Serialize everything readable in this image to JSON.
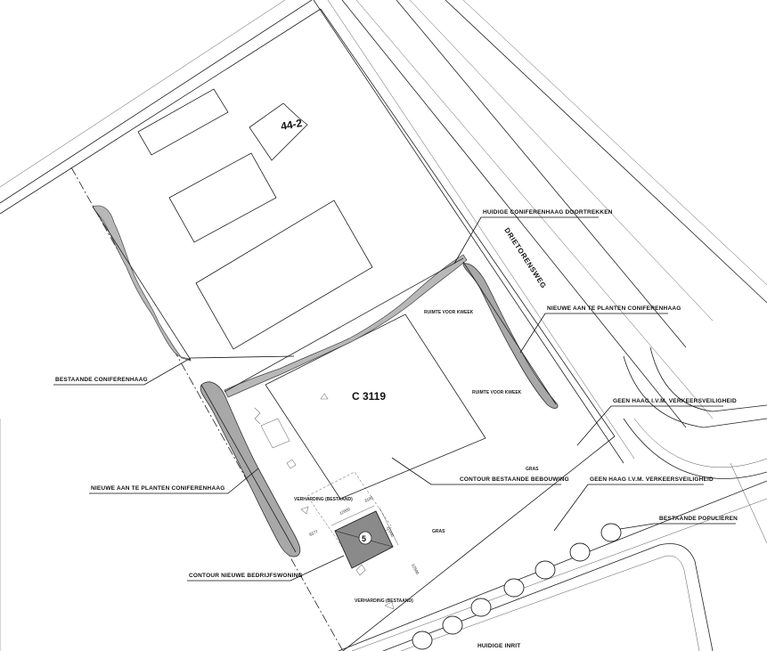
{
  "labels": {
    "parcel_44": "44-2",
    "building_c": "C 3119",
    "house_nr": "5",
    "road": "DRIETORENSWEG",
    "hedge_extend": "HUIDIGE CONIFERENHAAG DOORTREKKEN",
    "hedge_new_right": "NIEUWE AAN TE PLANTEN CONIFERENHAAG",
    "no_hedge_1": "GEEN HAAG I.V.M. VERKEERSVEILIGHEID",
    "no_hedge_2": "GEEN HAAG I.V.M. VERKEERSVEILIGHEID",
    "poplars": "BESTAANDE POPULIEREN",
    "hedge_existing": "BESTAANDE CONIFERENHAAG",
    "hedge_new_left": "NIEUWE AAN TE PLANTEN CONIFERENHAAG",
    "contour_existing": "CONTOUR BESTAANDE BEBOUWING",
    "contour_new": "CONTOUR NIEUWE BEDRIJFSWONING",
    "entrance": "HUIDIGE INRIT",
    "space_1": "RUIMTE VOOR KWEEK",
    "space_2": "RUIMTE VOOR KWEEK",
    "grass_1": "GRAS",
    "grass_2": "GRAS",
    "paving_1": "VERHARDING (BESTAAND)",
    "paving_2": "VERHARDING (BESTAAND)",
    "dim_1": "12000",
    "dim_2": "12000",
    "dim_3": "8377",
    "dim_4": "3100",
    "dim_5": "12500"
  }
}
